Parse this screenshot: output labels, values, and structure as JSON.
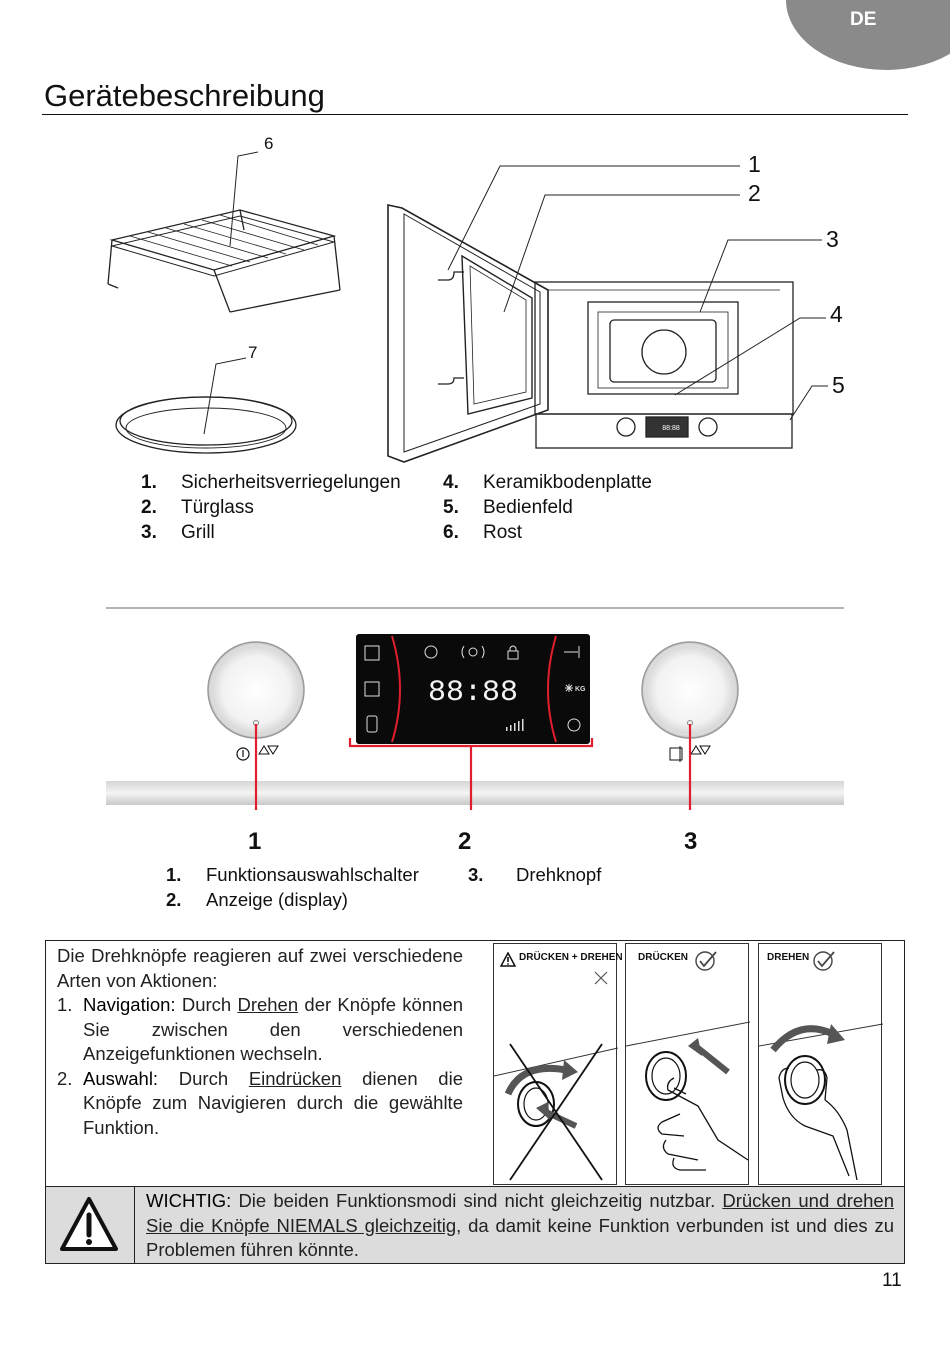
{
  "header": {
    "lang": "DE",
    "title": "Gerätebeschreibung"
  },
  "callouts": [
    "1",
    "2",
    "3",
    "4",
    "5",
    "6",
    "7"
  ],
  "oven_display": "88:88",
  "legend": [
    {
      "num": "1.",
      "label": "Sicherheitsverriegelungen"
    },
    {
      "num": "2.",
      "label": "Türglass"
    },
    {
      "num": "3.",
      "label": "Grill"
    },
    {
      "num": "4.",
      "label": "Keramikbodenplatte"
    },
    {
      "num": "5.",
      "label": "Bedienfeld"
    },
    {
      "num": "6.",
      "label": "Rost"
    }
  ],
  "control_panel": {
    "display_digits": "88:88",
    "kg_label": "KG",
    "callouts": [
      "1",
      "2",
      "3"
    ],
    "legend": [
      {
        "num": "1.",
        "label": "Funktionsauswahlschalter"
      },
      {
        "num": "2.",
        "label": "Anzeige (display)"
      },
      {
        "num": "3.",
        "label": "Drehknopf"
      }
    ]
  },
  "info": {
    "intro": "Die Drehknöpfe reagieren auf zwei verschiedene Arten von Aktionen:",
    "items": [
      {
        "n": "1.",
        "term": "Navigation:",
        "pre": "Durch",
        "link": "Drehen",
        "rest": "der Knöpfe können Sie zwischen den verschiedenen Anzeigefunktionen wechseln."
      },
      {
        "n": "2.",
        "term": "Auswahl:",
        "pre": "Durch",
        "link": "Eindrücken",
        "rest": "dienen die Knöpfe zum Navigieren durch die gewählte Funktion."
      }
    ],
    "panels": [
      {
        "label": "DRÜCKEN + DREHEN"
      },
      {
        "label": "DRÜCKEN"
      },
      {
        "label": "DREHEN"
      }
    ]
  },
  "warning": {
    "term": "WICHTIG:",
    "text1": "Die beiden Funktionsmodi sind nicht gleichzeitig nutzbar.",
    "underlined": "Drücken und drehen Sie die Knöpfe NIEMALS gleichzeitig",
    "text2": ", da damit keine Funktion verbunden ist und dies zu Problemen führen könnte."
  },
  "page_number": "11"
}
